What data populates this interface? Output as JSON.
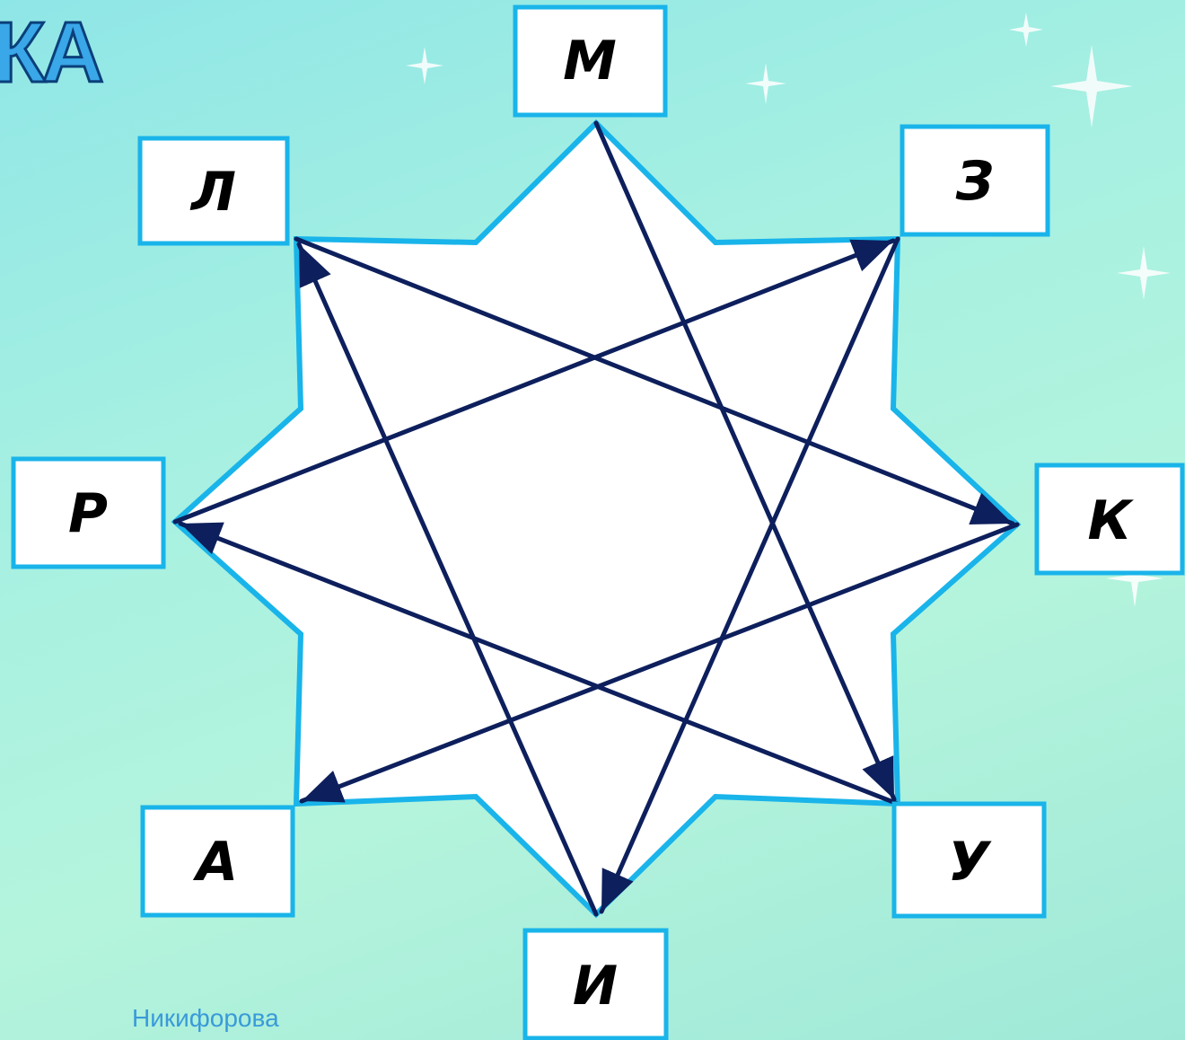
{
  "title_fragment": "КА",
  "author": "Никифорова",
  "letters": {
    "top": "М",
    "top_right": "З",
    "right": "К",
    "bottom_right": "У",
    "bottom": "И",
    "bottom_left": "А",
    "left": "Р",
    "top_left": "Л"
  },
  "colors": {
    "star_outline": "#19b4ea",
    "box_border": "#19b4ea",
    "arrow": "#0d1f5c",
    "letter": "#000000"
  }
}
